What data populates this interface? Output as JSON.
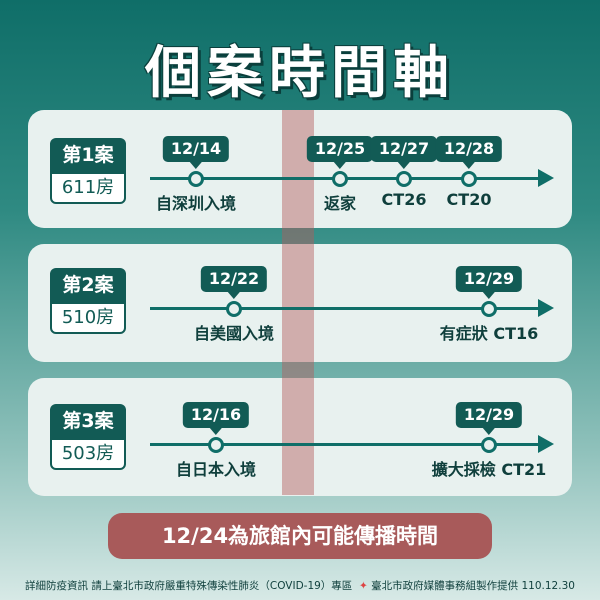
{
  "title": "個案時間軸",
  "cases": [
    {
      "label": "第1案",
      "room": "611房",
      "events": [
        {
          "date": "12/14",
          "text": "自深圳入境"
        },
        {
          "date": "12/25",
          "text": "返家"
        },
        {
          "date": "12/27",
          "text": "CT26"
        },
        {
          "date": "12/28",
          "text": "CT20"
        }
      ]
    },
    {
      "label": "第2案",
      "room": "510房",
      "events": [
        {
          "date": "12/22",
          "text": "自美國入境"
        },
        {
          "date": "12/29",
          "text": "有症狀 CT16"
        }
      ]
    },
    {
      "label": "第3案",
      "room": "503房",
      "events": [
        {
          "date": "12/16",
          "text": "自日本入境"
        },
        {
          "date": "12/29",
          "text": "擴大採檢 CT21"
        }
      ]
    }
  ],
  "banner": "12/24為旅館內可能傳播時間",
  "footer": {
    "info": "詳細防疫資訊 請上臺北市政府嚴重特殊傳染性肺炎（COVID-19）專區",
    "credit": "臺北市政府媒體事務組製作提供 110.12.30"
  }
}
